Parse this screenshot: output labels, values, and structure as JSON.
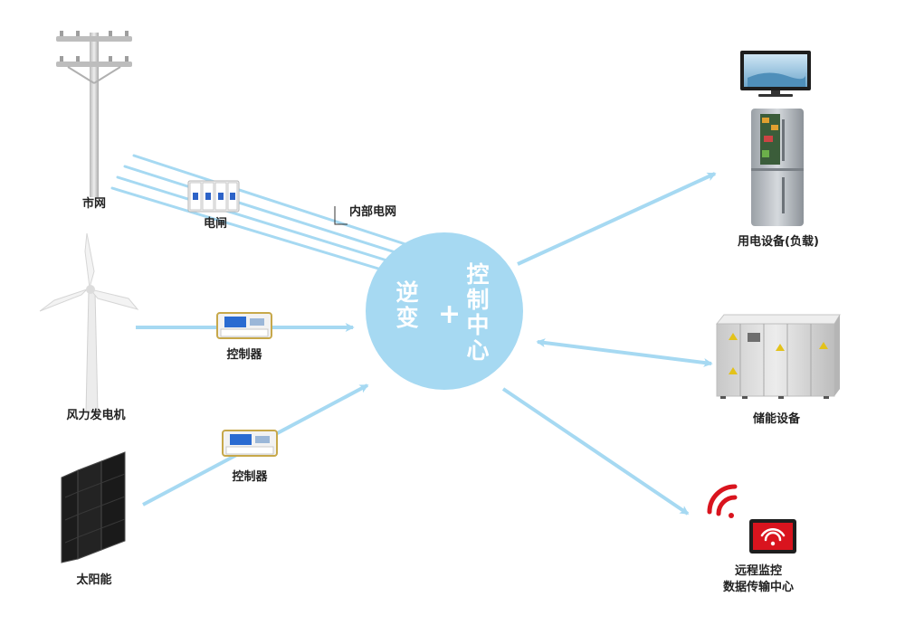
{
  "hub": {
    "left_chars": [
      "逆",
      "变"
    ],
    "plus": "+",
    "right_chars": [
      "控",
      "制",
      "中",
      "心"
    ]
  },
  "labels": {
    "grid": "市网",
    "breaker": "电闸",
    "internal_grid": "内部电网",
    "wind_controller": "控制器",
    "wind_turbine": "风力发电机",
    "solar_controller": "控制器",
    "solar": "太阳能",
    "load": "用电设备(负载)",
    "storage": "储能设备",
    "remote_line1": "远程监控",
    "remote_line2": "数据传输中心"
  },
  "colors": {
    "hub": "#a6d9f2",
    "arrow": "#a6d9f2",
    "wifi_red": "#d9141e",
    "cabinet": "#dcdcdc"
  }
}
